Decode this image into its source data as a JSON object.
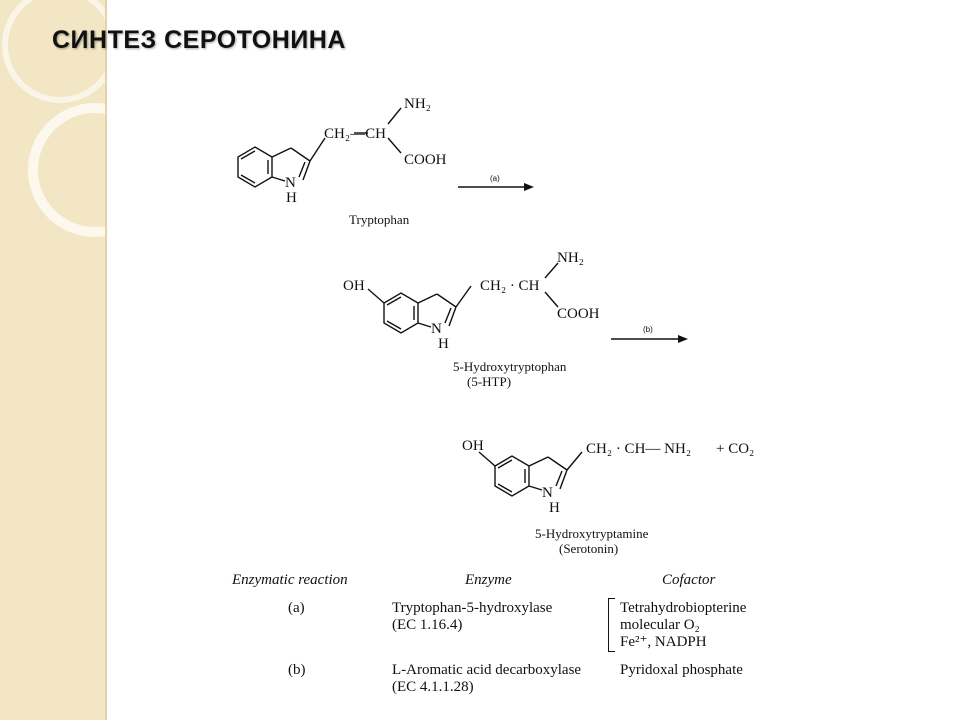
{
  "title": "СИНТЕЗ СЕРОТОНИНА",
  "reaction": {
    "tryptophan": {
      "side_chain_top": "NH₂",
      "side_chain_main": "CH₂—CH",
      "side_chain_bottom": "COOH",
      "ring_nh": "N",
      "ring_h": "H",
      "name": "Tryptophan"
    },
    "arrow_a": "(a)",
    "htp": {
      "oh": "OH",
      "side_chain_top": "NH₂",
      "side_chain_main": "CH₂ · CH",
      "side_chain_bottom": "COOH",
      "ring_nh": "N",
      "ring_h": "H",
      "name_line1": "5-Hydroxytryptophan",
      "name_line2": "(5-HTP)"
    },
    "arrow_b": "(b)",
    "serotonin": {
      "oh": "OH",
      "side_chain": "CH₂ · CH— NH₂",
      "byproduct": "+ CO₂",
      "ring_nh": "N",
      "ring_h": "H",
      "name_line1": "5-Hydroxytryptamine",
      "name_line2": "(Serotonin)"
    }
  },
  "enzyme_table": {
    "headers": [
      "Enzymatic reaction",
      "Enzyme",
      "Cofactor"
    ],
    "rows": [
      {
        "reaction": "(a)",
        "enzyme_line1": "Tryptophan-5-hydroxylase",
        "enzyme_line2": "(EC 1.16.4)",
        "cofactor_line1": "Tetrahydrobiopterine",
        "cofactor_line2": "molecular O₂",
        "cofactor_line3": "Fe²⁺, NADPH"
      },
      {
        "reaction": "(b)",
        "enzyme_line1": "L-Aromatic acid decarboxylase",
        "enzyme_line2": "(EC 4.1.1.28)",
        "cofactor_line1": "Pyridoxal phosphate"
      }
    ]
  }
}
